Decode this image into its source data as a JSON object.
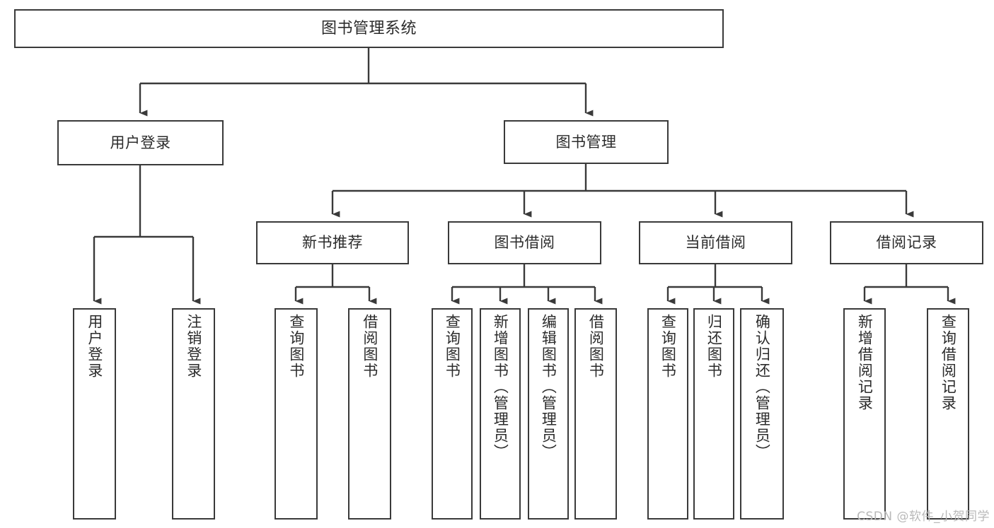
{
  "diagram": {
    "title": "图书管理系统",
    "type": "tree-hierarchy-chart",
    "watermark": "CSDN @软件_小贺同学",
    "colors": {
      "background": "#ffffff",
      "border": "#3a3a3a",
      "text": "#2b2b2b",
      "connector": "#3a3a3a",
      "watermark": "#b9b9b9"
    },
    "nodes": {
      "root": {
        "label": "图书管理系统"
      },
      "level2": [
        {
          "id": "user-login",
          "label": "用户登录"
        },
        {
          "id": "book-management",
          "label": "图书管理"
        }
      ],
      "level3": [
        {
          "id": "new-book-recommend",
          "label": "新书推荐"
        },
        {
          "id": "book-borrow",
          "label": "图书借阅"
        },
        {
          "id": "current-borrow",
          "label": "当前借阅"
        },
        {
          "id": "borrow-record",
          "label": "借阅记录"
        }
      ],
      "leaves": {
        "user_login": [
          {
            "id": "leaf-user-login",
            "label": "用户登录"
          },
          {
            "id": "leaf-logout-login",
            "label": "注销登录"
          }
        ],
        "new_book_recommend": [
          {
            "id": "leaf-query-book-1",
            "label": "查询图书"
          },
          {
            "id": "leaf-borrow-book-1",
            "label": "借阅图书"
          }
        ],
        "book_borrow": [
          {
            "id": "leaf-query-book-2",
            "label": "查询图书"
          },
          {
            "id": "leaf-add-book",
            "label": "新增图书（管理员）"
          },
          {
            "id": "leaf-edit-book",
            "label": "编辑图书（管理员）"
          },
          {
            "id": "leaf-borrow-book-2",
            "label": "借阅图书"
          }
        ],
        "current_borrow": [
          {
            "id": "leaf-query-book-3",
            "label": "查询图书"
          },
          {
            "id": "leaf-return-book",
            "label": "归还图书"
          },
          {
            "id": "leaf-confirm-return",
            "label": "确认归还（管理员）"
          }
        ],
        "borrow_record": [
          {
            "id": "leaf-add-record",
            "label": "新增借阅记录"
          },
          {
            "id": "leaf-query-record",
            "label": "查询借阅记录"
          }
        ]
      }
    }
  }
}
